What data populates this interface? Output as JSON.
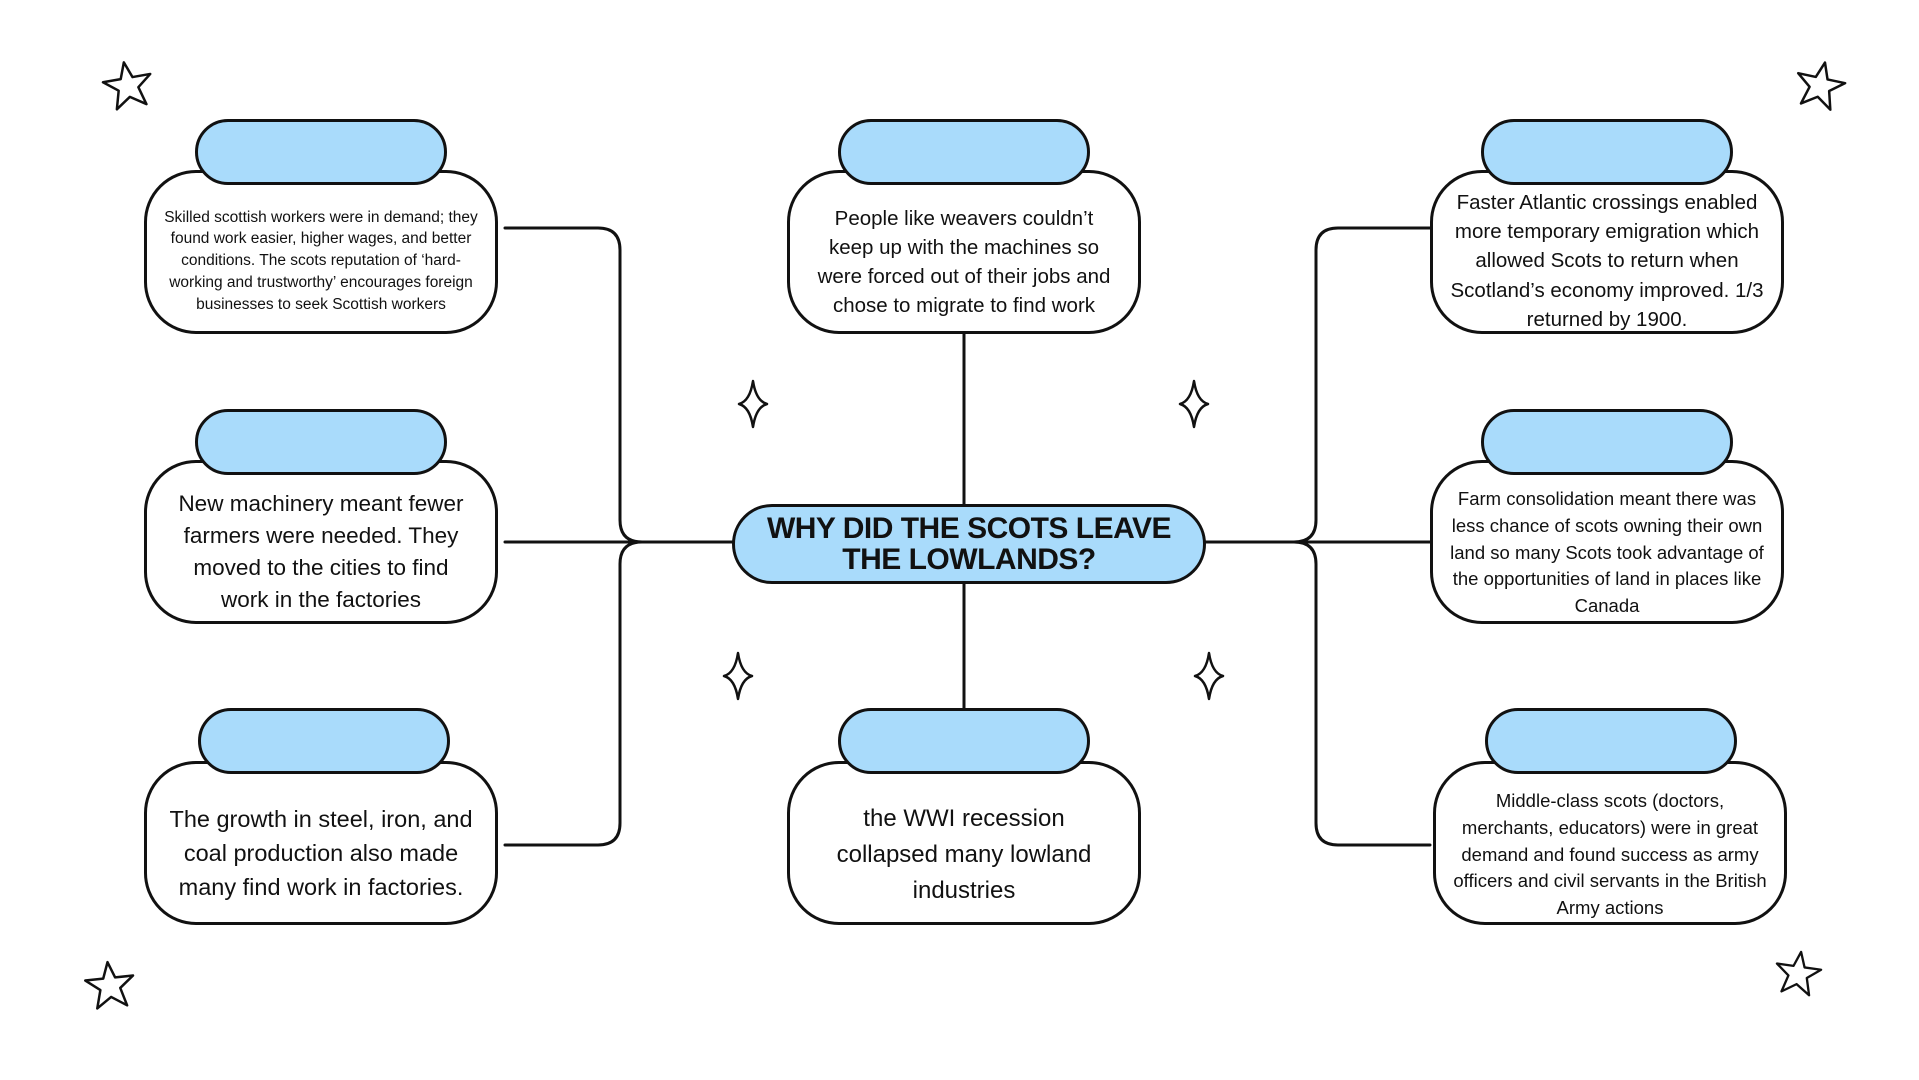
{
  "diagram": {
    "title": "WHY DID THE SCOTS LEAVE THE LOWLANDS?",
    "colors": {
      "accent": "#a9dbfb",
      "stroke": "#111111",
      "background": "#ffffff"
    },
    "cards": [
      {
        "id": "top-left",
        "text": "Skilled scottish workers were in demand; they found work easier, higher wages, and better conditions. The scots reputation of ‘hard-working and trustworthy’ encourages foreign businesses to seek Scottish workers"
      },
      {
        "id": "top-center",
        "text": "People like weavers couldn’t keep up with the machines so were forced out of their jobs and chose to migrate to find work"
      },
      {
        "id": "top-right",
        "text": "Faster Atlantic crossings enabled more temporary emigration which allowed Scots to return when Scotland’s economy improved. 1/3 returned by 1900."
      },
      {
        "id": "middle-left",
        "text": "New machinery meant fewer farmers were needed. They moved to the cities to find work in the factories"
      },
      {
        "id": "middle-right",
        "text": "Farm consolidation meant there was less chance of scots owning their own land so many Scots took advantage of the opportunities of land in places like Canada"
      },
      {
        "id": "bottom-left",
        "text": "The growth in steel, iron, and coal production also made many find work in factories."
      },
      {
        "id": "bottom-center",
        "text": "the WWI recession collapsed many lowland industries"
      },
      {
        "id": "bottom-right",
        "text": "Middle-class scots (doctors, merchants, educators) were in great demand and found success as army officers and civil servants in the British Army actions"
      }
    ],
    "decorations": {
      "stars": "star-outline-icon",
      "sparkles": "sparkle-icon"
    }
  }
}
